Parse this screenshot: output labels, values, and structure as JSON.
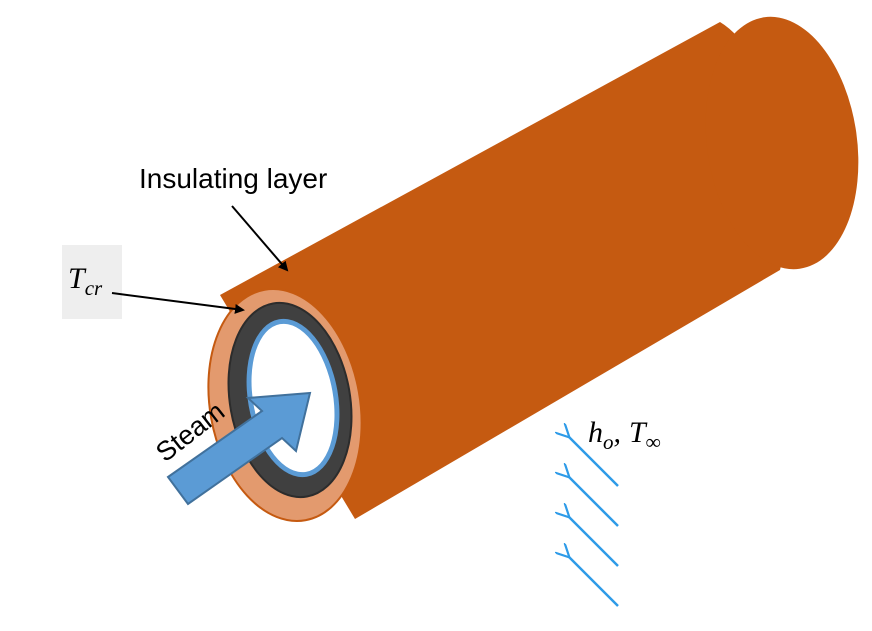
{
  "labels": {
    "insulating_layer": "Insulating layer",
    "steam": "Steam",
    "critical_temp": {
      "symbol": "T",
      "subscript": "cr"
    },
    "convection": {
      "h_symbol": "h",
      "h_subscript": "o",
      "separator": ",",
      "t_symbol": "T",
      "t_subscript": "∞"
    }
  },
  "colors": {
    "insulation_outer": "#c55a11",
    "insulation_edge": "#e39a6e",
    "pipe_wall": "#404040",
    "pipe_bore": "#ffffff",
    "inner_ring": "#5b9bd5",
    "steam_arrow": "#5b9bd5",
    "steam_arrow_stroke": "#41719c",
    "air_arrows": "#2e9be8",
    "tcr_box": "#eeeeee"
  },
  "air_arrow_count": 4
}
